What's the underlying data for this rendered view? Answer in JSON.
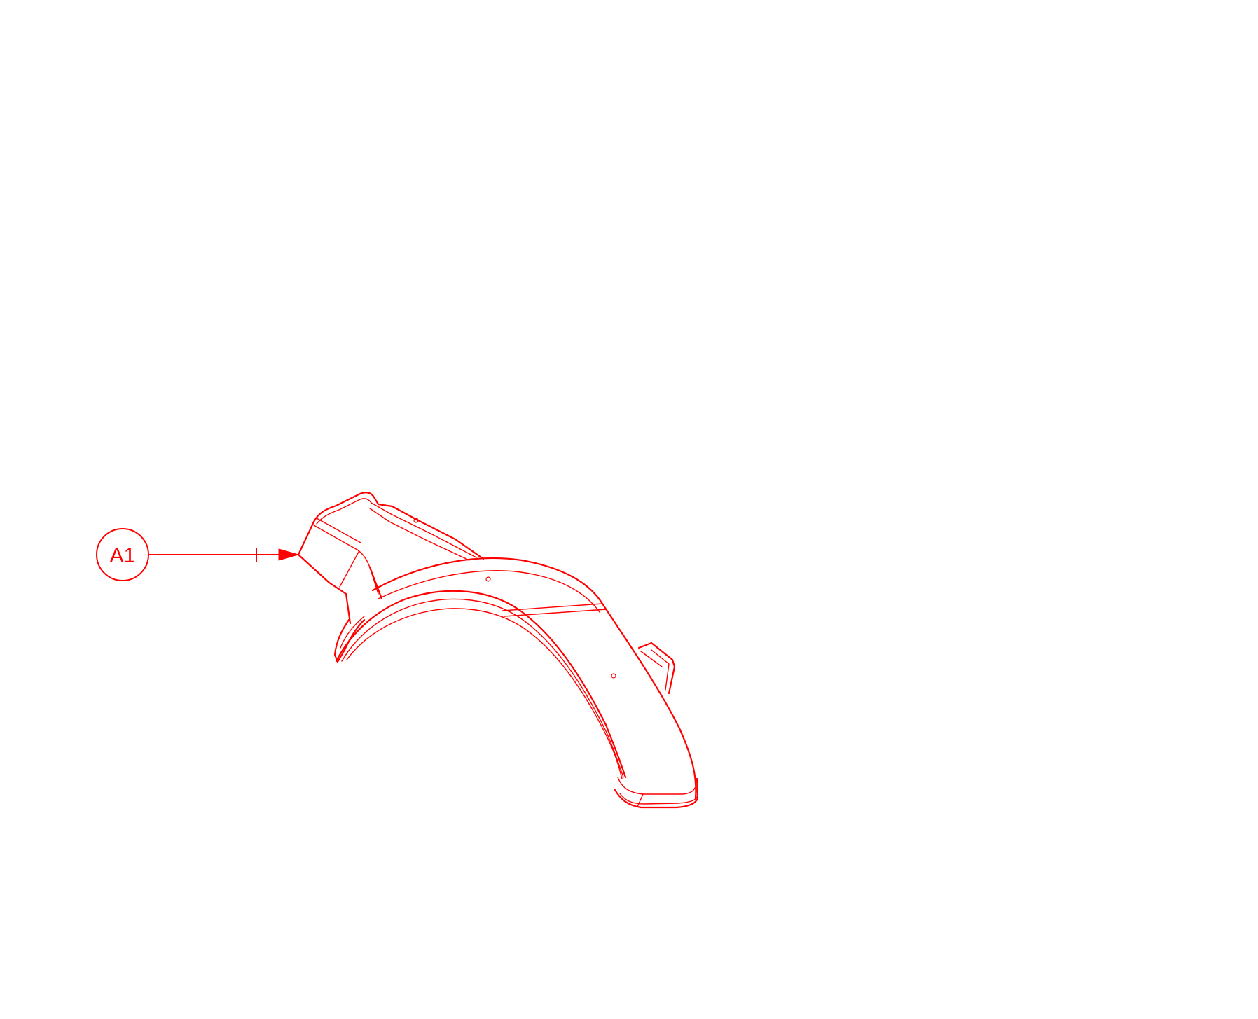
{
  "drawing": {
    "line_color": "#ff0000",
    "background": "#ffffff",
    "part_name": "fender-shroud",
    "callouts": [
      {
        "label": "A1",
        "icon": "callout-bubble",
        "target": "fender-shroud-front-edge"
      }
    ]
  }
}
